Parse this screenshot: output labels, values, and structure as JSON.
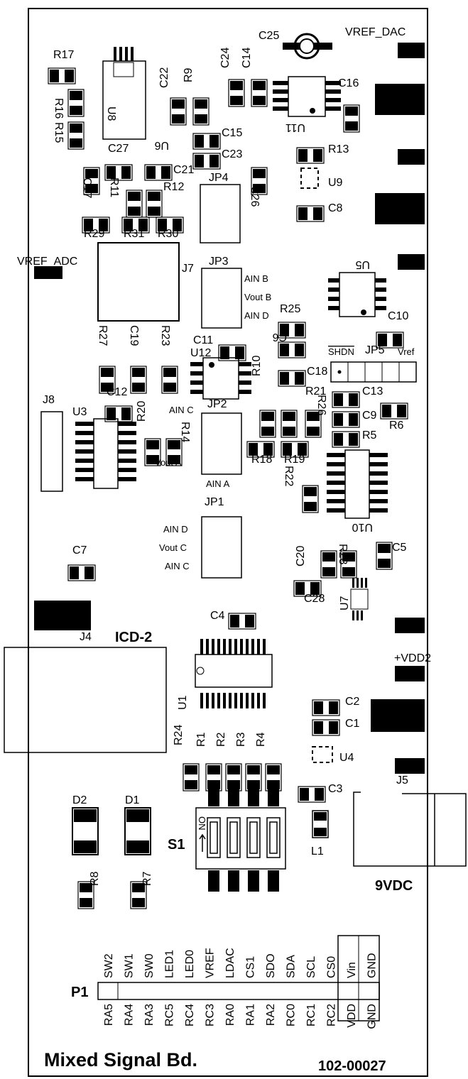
{
  "board": {
    "title": "Mixed Signal Bd.",
    "part_number": "102-00027",
    "connector_p1": "P1",
    "icd": "ICD-2",
    "power_input": "9VDC",
    "switch": "S1",
    "switch_on": "ON"
  },
  "test_points": {
    "vref_dac": "VREF_DAC",
    "vref_adc": "VREF_ADC",
    "vdd2": "+VDD2",
    "j4": "J4",
    "j5": "J5",
    "j7": "J7",
    "j8": "J8"
  },
  "jumpers": {
    "jp1": "JP1",
    "jp2": "JP2",
    "jp3": "JP3",
    "jp4": "JP4",
    "jp5": "JP5",
    "jp3_pins": [
      "AIN B",
      "Vout B",
      "AIN D"
    ],
    "jp2_pins": [
      "AIN C",
      "Vout A",
      "AIN A"
    ],
    "jp1_pins": [
      "AIN D",
      "Vout C",
      "AIN C"
    ],
    "jp5_shdn": "SHDN",
    "jp5_vref": "Vref"
  },
  "chips": {
    "u1": "U1",
    "u3": "U3",
    "u4": "U4",
    "u5": "U5",
    "u6": "U6",
    "u7": "U7",
    "u8": "U8",
    "u9": "U9",
    "u10": "U10",
    "u11": "U11",
    "u12": "U12"
  },
  "capacitors": {
    "c1": "C1",
    "c2": "C2",
    "c3": "C3",
    "c4": "C4",
    "c5": "C5",
    "c6": "C6",
    "c7": "C7",
    "c8": "C8",
    "c9": "C9",
    "c10": "C10",
    "c11": "C11",
    "c12": "C12",
    "c13": "C13",
    "c14": "C14",
    "c15": "C15",
    "c16": "C16",
    "c17": "C17",
    "c18": "C18",
    "c19": "C19",
    "c20": "C20",
    "c21": "C21",
    "c22": "C22",
    "c23": "C23",
    "c24": "C24",
    "c25": "C25",
    "c26": "C26",
    "c27": "C27",
    "c28": "C28"
  },
  "resistors": {
    "r1": "R1",
    "r2": "R2",
    "r3": "R3",
    "r4": "R4",
    "r5": "R5",
    "r6": "R6",
    "r7": "R7",
    "r8": "R8",
    "r9": "R9",
    "r10": "R10",
    "r11": "R11",
    "r12": "R12",
    "r13": "R13",
    "r14": "R14",
    "r15": "R15",
    "r16": "R16",
    "r17": "R17",
    "r18": "R18",
    "r19": "R19",
    "r20": "R20",
    "r21": "R21",
    "r22": "R22",
    "r23": "R23",
    "r24": "R24",
    "r25": "R25",
    "r26": "R26",
    "r27": "R27",
    "r28": "R28",
    "r29": "R29",
    "r30": "R30",
    "r31": "R31"
  },
  "misc": {
    "d1": "D1",
    "d2": "D2",
    "l1": "L1"
  },
  "p1_top_labels": [
    "SW2",
    "SW1",
    "SW0",
    "LED1",
    "LED0",
    "VREF",
    "LDAC",
    "CS1",
    "SDO",
    "SDA",
    "SCL",
    "CS0",
    "Vin",
    "GND"
  ],
  "p1_bottom_labels": [
    "RA5",
    "RA4",
    "RA3",
    "RC5",
    "RC4",
    "RC3",
    "RA0",
    "RA1",
    "RA2",
    "RC0",
    "RC1",
    "RC2",
    "VDD",
    "GND"
  ]
}
